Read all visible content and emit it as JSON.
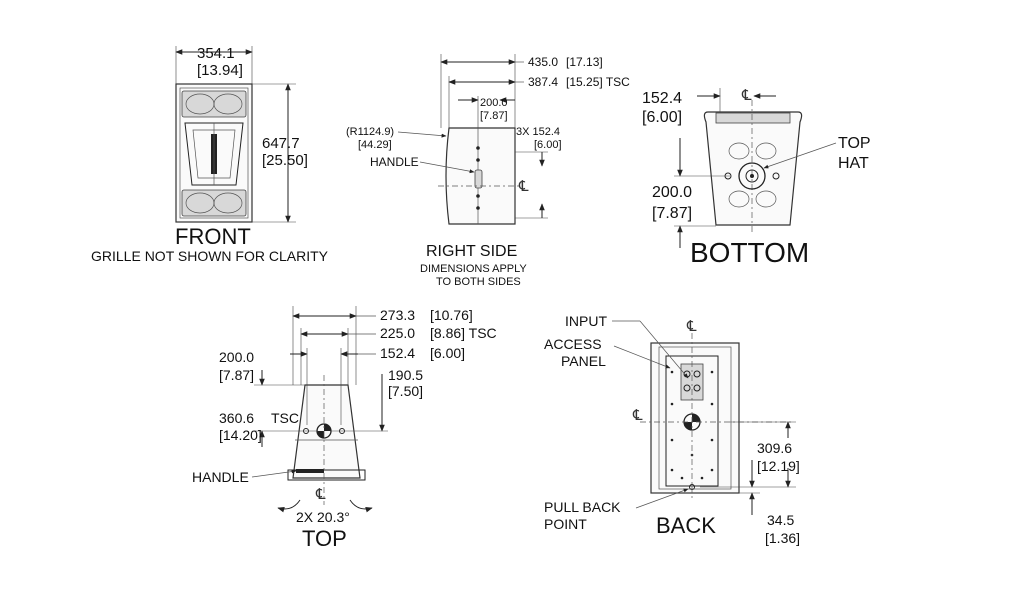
{
  "centerline_symbol": "℄",
  "front": {
    "title": "FRONT",
    "note": "GRILLE NOT SHOWN FOR CLARITY",
    "width_mm": "354.1",
    "width_in": "[13.94]",
    "height_mm": "647.7",
    "height_in": "[25.50]"
  },
  "right_side": {
    "title": "RIGHT SIDE",
    "note_line1": "DIMENSIONS APPLY",
    "note_line2": "TO BOTH SIDES",
    "depth_mm": "435.0",
    "depth_in": "[17.13]",
    "tsc_mm": "387.4",
    "tsc_in": "[15.25] TSC",
    "center_mm": "200.0",
    "center_in": "[7.87]",
    "radius_mm": "(R1124.9)",
    "radius_in": "[44.29]",
    "spacing_mm": "3X 152.4",
    "spacing_in": "[6.00]",
    "handle_label": "HANDLE"
  },
  "bottom": {
    "title": "BOTTOM",
    "spacing_mm": "152.4",
    "spacing_in": "[6.00]",
    "depth_mm": "200.0",
    "depth_in": "[7.87]",
    "tophat_line1": "TOP",
    "tophat_line2": "HAT"
  },
  "top": {
    "title": "TOP",
    "w1_mm": "273.3",
    "w1_in": "[10.76]",
    "w2_mm": "225.0",
    "w2_in": "[8.86] TSC",
    "w3_mm": "152.4",
    "w3_in": "[6.00]",
    "d1_mm": "200.0",
    "d1_in": "[7.87]",
    "d2_mm": "190.5",
    "d2_in": "[7.50]",
    "tsc_mm": "360.6",
    "tsc_label": "TSC",
    "tsc_in": "[14.20]",
    "handle_label": "HANDLE",
    "angle": "2X 20.3°"
  },
  "back": {
    "title": "BACK",
    "input_label": "INPUT",
    "access_line1": "ACCESS",
    "access_line2": "PANEL",
    "pull_line1": "PULL BACK",
    "pull_line2": "POINT",
    "h1_mm": "309.6",
    "h1_in": "[12.19]",
    "h2_mm": "34.5",
    "h2_in": "[1.36]"
  }
}
